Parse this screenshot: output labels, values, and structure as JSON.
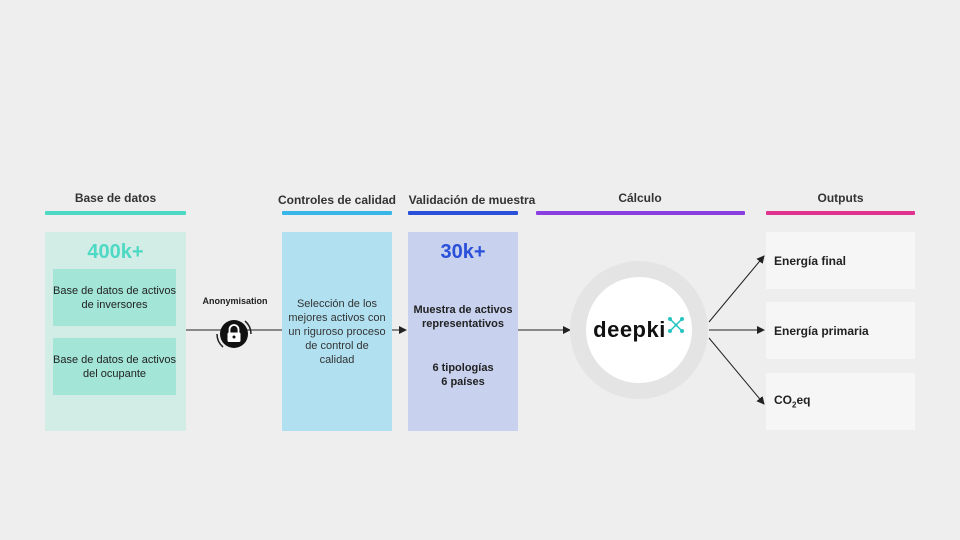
{
  "columns": {
    "base": {
      "title": "Base de datos",
      "big": "400k+",
      "sub1": "Base de datos de activos de inversores",
      "sub2": "Base de datos de activos del ocupante",
      "color": "#4dd9c4"
    },
    "controles": {
      "title": "Controles de calidad",
      "text": "Selección de los mejores activos con un riguroso proceso de control de calidad",
      "color": "#39b6e8"
    },
    "validacion": {
      "title": "Validación de muestra",
      "big": "30k+",
      "text1": "Muestra de activos representativos",
      "text2a": "6 tipologías",
      "text2b": "6 países",
      "color": "#2a4fd8"
    },
    "calculo": {
      "title": "Cálculo",
      "logo": "deepki",
      "color": "#8a3fe0"
    },
    "outputs": {
      "title": "Outputs",
      "items": [
        "Energía final",
        "Energía primaria"
      ],
      "co2_main": "CO",
      "co2_sub": "2",
      "co2_tail": "eq",
      "color": "#e0338f"
    }
  },
  "lock": {
    "label": "Anonymisation",
    "icon": "lock-icon"
  }
}
